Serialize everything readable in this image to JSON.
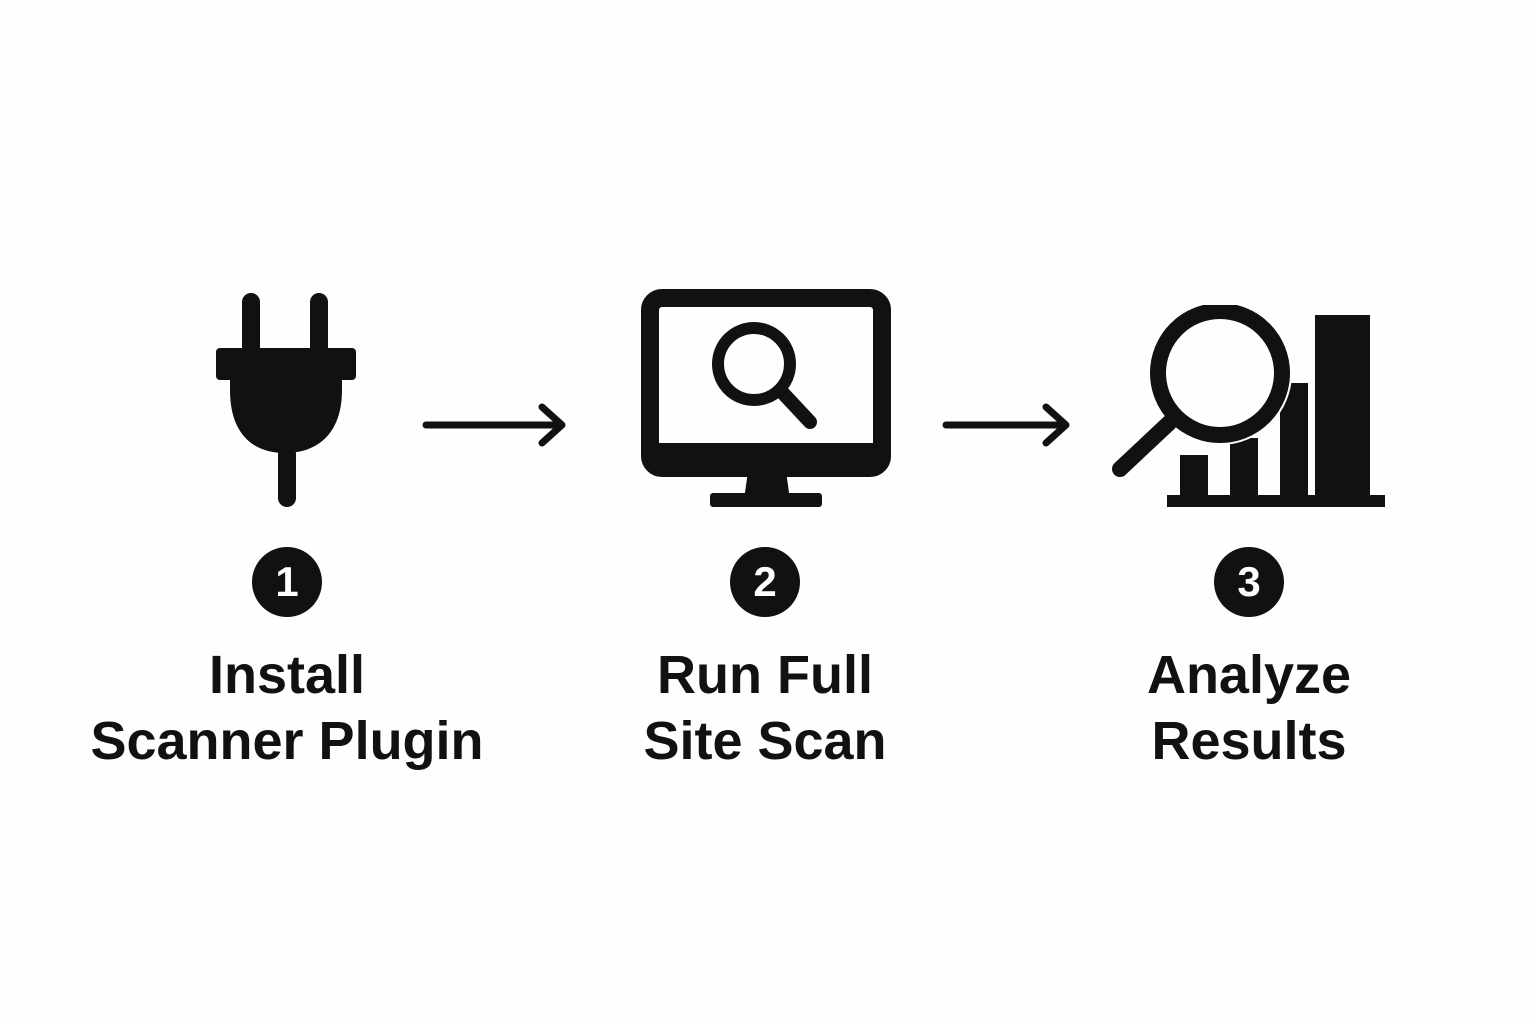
{
  "colors": {
    "background": "#fefefe",
    "ink": "#111111",
    "badge_text": "#ffffff"
  },
  "steps": [
    {
      "number": "1",
      "icon": "plug-icon",
      "line1": "Install",
      "line2": "Scanner Plugin"
    },
    {
      "number": "2",
      "icon": "monitor-search-icon",
      "line1": "Run Full",
      "line2": "Site Scan"
    },
    {
      "number": "3",
      "icon": "magnifier-chart-icon",
      "line1": "Analyze",
      "line2": "Results"
    }
  ],
  "connectors": [
    {
      "icon": "arrow-right-icon"
    },
    {
      "icon": "arrow-right-icon"
    }
  ]
}
